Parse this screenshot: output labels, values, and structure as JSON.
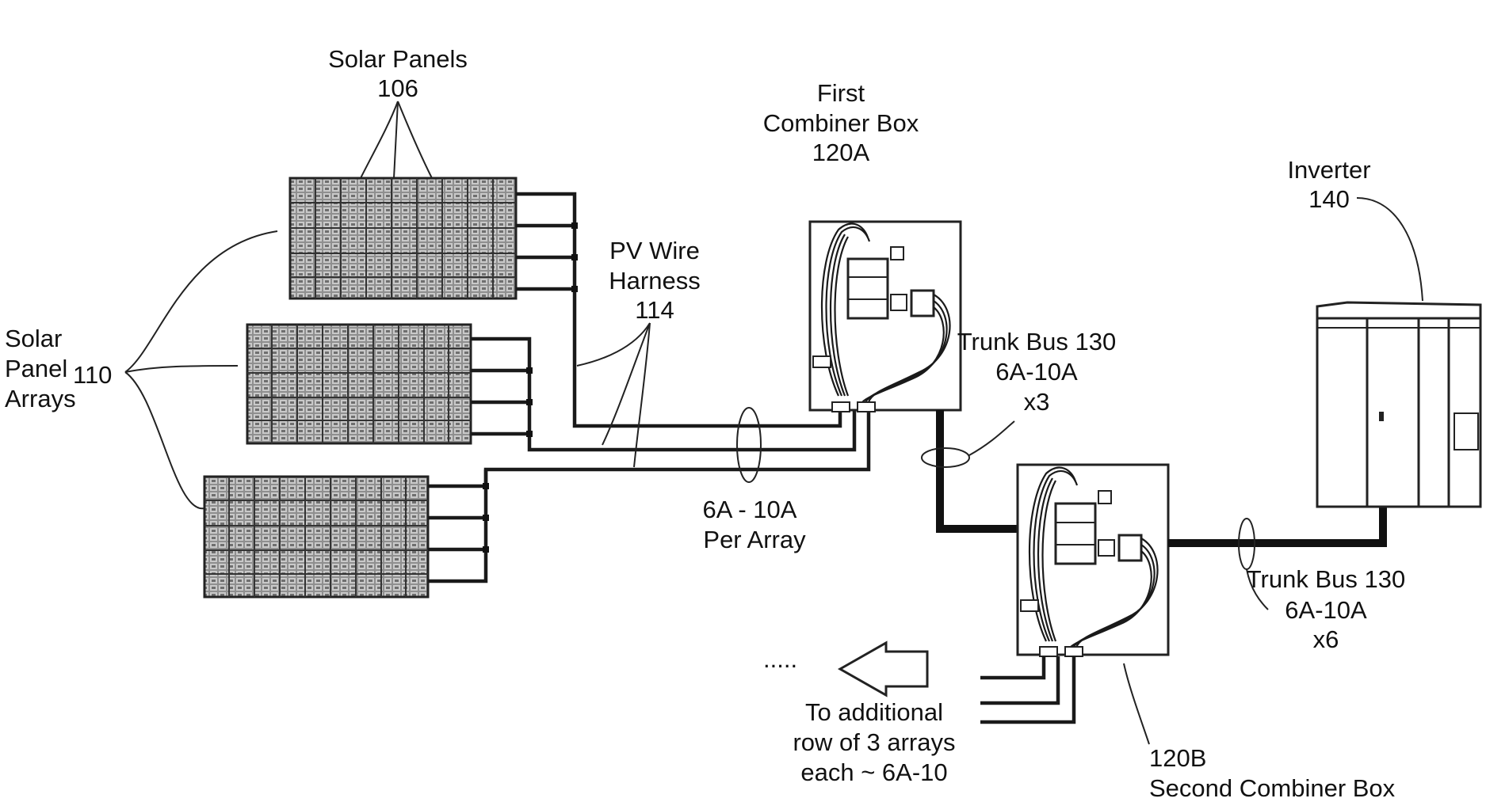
{
  "labels": {
    "solar_panels": "Solar Panels",
    "solar_panels_ref": "106",
    "solar_panel_arrays_line1": "Solar",
    "solar_panel_arrays_line2": "Panel",
    "solar_panel_arrays_line3": "Arrays",
    "solar_panel_arrays_ref": "110",
    "pv_harness_line1": "PV Wire",
    "pv_harness_line2": "Harness",
    "pv_harness_ref": "114",
    "first_combiner_line1": "First",
    "first_combiner_line2": "Combiner Box",
    "first_combiner_ref": "120A",
    "per_array_line1": "6A - 10A",
    "per_array_line2": "Per Array",
    "trunk1_line1": "Trunk Bus 130",
    "trunk1_line2": "6A-10A",
    "trunk1_line3": "x3",
    "inverter": "Inverter",
    "inverter_ref": "140",
    "trunk2_line1": "Trunk Bus 130",
    "trunk2_line2": "6A-10A",
    "trunk2_line3": "x6",
    "dots": ".....",
    "additional_line1": "To additional",
    "additional_line2": "row of 3 arrays",
    "additional_line3": "each ~ 6A-10",
    "second_combiner_ref": "120B",
    "second_combiner_name": "Second Combiner Box"
  },
  "icons": [
    "solar-panel-icon",
    "combiner-box-icon",
    "inverter-icon",
    "arrow-left-icon"
  ]
}
